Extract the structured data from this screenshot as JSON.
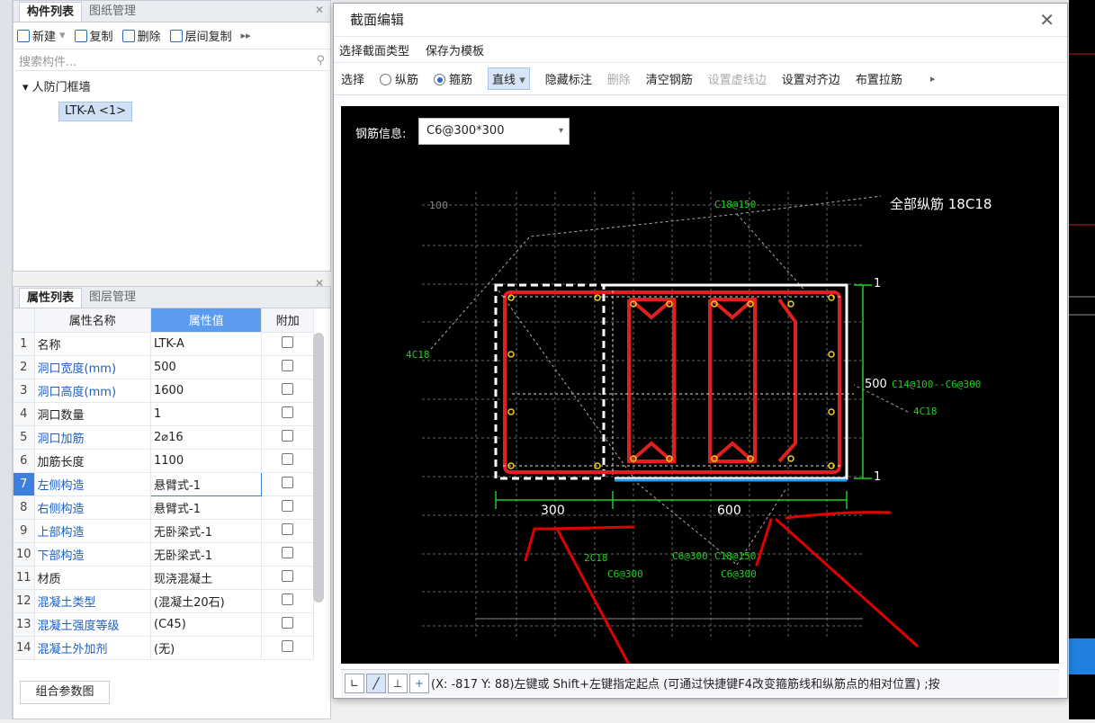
{
  "left_panel": {
    "tabs": [
      "构件列表",
      "图纸管理"
    ],
    "toolbar": {
      "new": "新建",
      "copy": "复制",
      "delete": "删除",
      "floor_copy": "层间复制"
    },
    "search_placeholder": "搜索构件...",
    "tree_root": "▾ 人防门框墙",
    "tree_leaf": "LTK-A <1>"
  },
  "prop_panel": {
    "tabs": [
      "属性列表",
      "图层管理"
    ],
    "headers": {
      "name": "属性名称",
      "value": "属性值",
      "extra": "附加"
    },
    "rows": [
      {
        "n": "1",
        "name": "名称",
        "value": "LTK-A"
      },
      {
        "n": "2",
        "name": "洞口宽度(mm)",
        "value": "500"
      },
      {
        "n": "3",
        "name": "洞口高度(mm)",
        "value": "1600"
      },
      {
        "n": "4",
        "name": "洞口数量",
        "value": "1"
      },
      {
        "n": "5",
        "name": "洞口加筋",
        "value": "2⌀16"
      },
      {
        "n": "6",
        "name": "加筋长度",
        "value": "1100"
      },
      {
        "n": "7",
        "name": "左侧构造",
        "value": "悬臂式-1"
      },
      {
        "n": "8",
        "name": "右侧构造",
        "value": "悬臂式-1"
      },
      {
        "n": "9",
        "name": "上部构造",
        "value": "无卧梁式-1"
      },
      {
        "n": "10",
        "name": "下部构造",
        "value": "无卧梁式-1"
      },
      {
        "n": "11",
        "name": "材质",
        "value": "现浇混凝土"
      },
      {
        "n": "12",
        "name": "混凝土类型",
        "value": "(混凝土20石)"
      },
      {
        "n": "13",
        "name": "混凝土强度等级",
        "value": "(C45)"
      },
      {
        "n": "14",
        "name": "混凝土外加剂",
        "value": "(无)"
      }
    ],
    "combo_button": "组合参数图"
  },
  "dialog": {
    "title": "截面编辑",
    "menu": [
      "选择截面类型",
      "保存为模板"
    ],
    "tools": {
      "select": "选择",
      "longitudinal": "纵筋",
      "stirrup": "箍筋",
      "line": "直线",
      "hide_label": "隐藏标注",
      "delete": "删除",
      "clear": "清空钢筋",
      "set_dash": "设置虚线边",
      "set_align": "设置对齐边",
      "place_tie": "布置拉筋"
    },
    "rebar_info_label": "钢筋信息:",
    "rebar_info_value": "C6@300*300",
    "status_text": "(X: -817 Y: 88)左键或 Shift+左键指定起点 (可通过快捷键F4改变箍筋线和纵筋点的相对位置) ;按"
  },
  "drawing": {
    "all_long": "全部纵筋 18C18",
    "top_label": "C18@150",
    "left_label": "4C18",
    "right_label": "4C18",
    "right_mid": "500",
    "right_line": "C14@100--C6@300",
    "dim_left": "300",
    "dim_right": "600",
    "marker_1": "1",
    "bottom_2c18": "2C18",
    "c6_a": "C6@300",
    "c6_b": "C6@300",
    "c18_b": "C18@150",
    "c6_c": "C6@300",
    "grid_100": "100"
  },
  "colors": {
    "accent": "#5b9cf0",
    "rebar_red": "#e02020",
    "dim_green": "#20d020",
    "annot_red": "#e00000"
  }
}
